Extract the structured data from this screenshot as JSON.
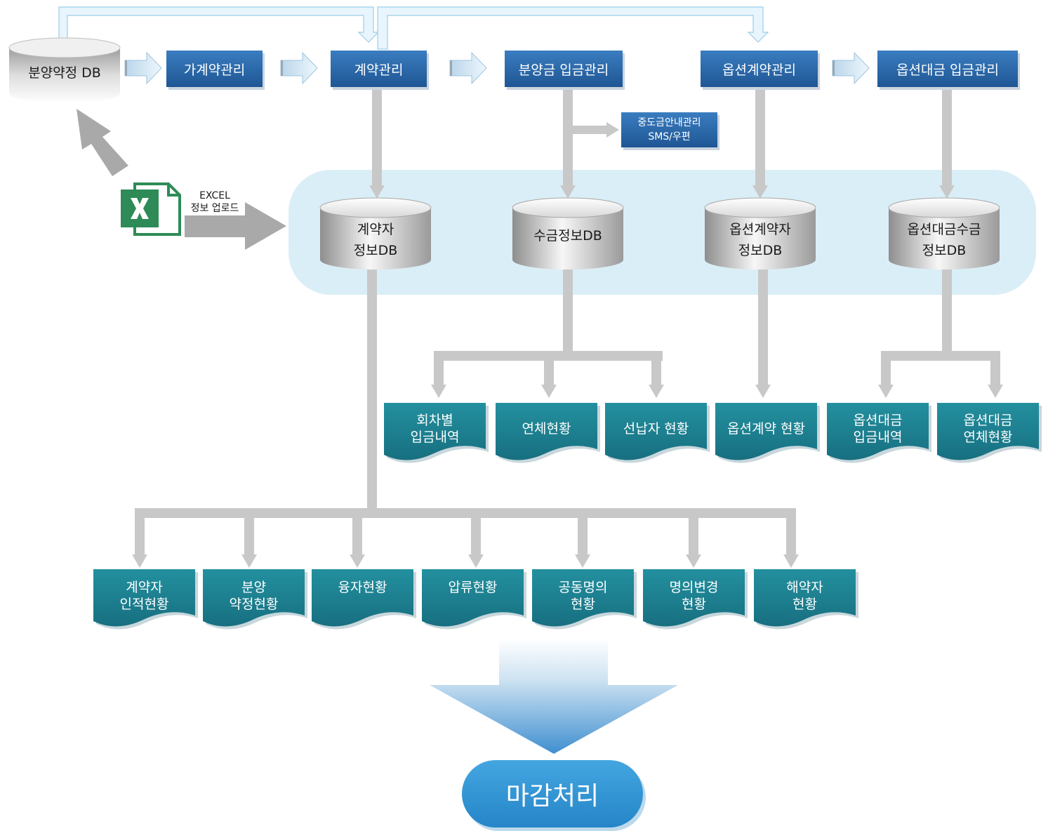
{
  "top_flow": {
    "source_db": "분양약정 DB",
    "steps": [
      "가계약관리",
      "계약관리",
      "분양금 입금관리",
      "옵션계약관리",
      "옵션대금 입금관리"
    ],
    "sub_step": "중도금안내관리\nSMS/우편"
  },
  "excel_upload": {
    "icon": "excel-icon",
    "label": "EXCEL\n정보 업로드"
  },
  "databases": [
    "계약자\n정보DB",
    "수금정보DB",
    "옵션계약자\n정보DB",
    "옵션대금수금\n정보DB"
  ],
  "reports_middle": [
    "회차별\n입금내역",
    "연체현황",
    "선납자 현황",
    "옵션계약 현황",
    "옵션대금\n입금내역",
    "옵션대금\n연체현황"
  ],
  "reports_bottom": [
    "계약자\n인적현황",
    "분양\n약정현황",
    "융자현황",
    "압류현황",
    "공동명의\n현황",
    "명의변경\n현황",
    "해약자\n현황"
  ],
  "final_step": "마감처리",
  "colors": {
    "box_blue": "#2a66a4",
    "doc_teal": "#1d8296",
    "connector_gray": "#c8c8c8",
    "panel_bg": "#daeef7",
    "final_blue": "#3297d3",
    "excel_green": "#2e8b57"
  }
}
